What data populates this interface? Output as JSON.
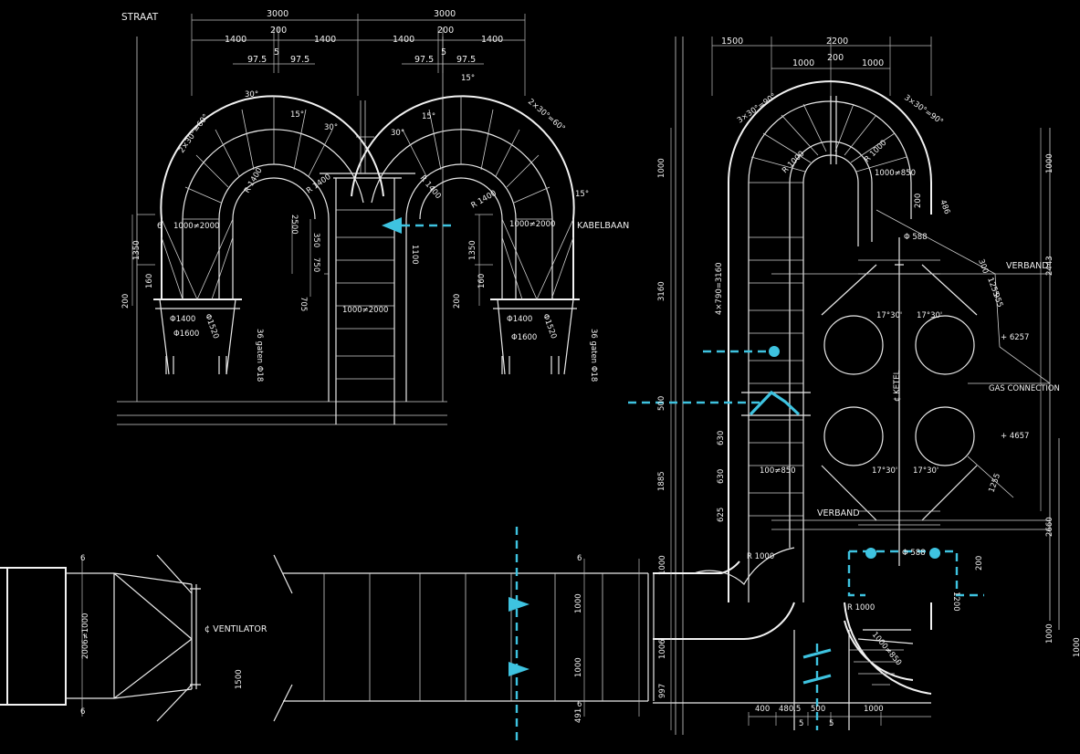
{
  "colors": {
    "background": "#000000",
    "line": "#e9e9e9",
    "accent": "#3ec3e0"
  },
  "labels": {
    "straat": "STRAAT",
    "kabelbaan": "KABELBAAN",
    "verband_top": "VERBAND",
    "verband_bottom": "VERBAND",
    "gas_connection": "GAS CONNECTION",
    "ketel": "¢ KETEL",
    "ventilator": "¢ VENTILATOR",
    "elev_upper": "+ 6257",
    "elev_lower": "+ 4657"
  },
  "dims_top": {
    "d3000_left": "3000",
    "d3000_right": "3000",
    "d200_left": "200",
    "d200_right": "200",
    "d1400_a": "1400",
    "d1400_b": "1400",
    "d1400_c": "1400",
    "d1400_d": "1400",
    "d975_a": "97.5",
    "d975_b": "97.5",
    "d975_c": "97.5",
    "d975_d": "97.5",
    "d5_a": "5",
    "d5_b": "5",
    "ang15_a": "15°",
    "ang15_b": "15°",
    "ang15_c": "15°",
    "ang15_d": "15°",
    "ang30_a": "30°",
    "ang30_b": "30°",
    "ang30_c": "30°",
    "seg_left": "2×30°=60°",
    "seg_right": "2×30°=60°",
    "r1400_a": "R 1400",
    "r1400_b": "R 1400",
    "r1400_c": "R 1400",
    "r1400_d": "R 1400",
    "d2500": "2500",
    "d350": "350",
    "d750": "750",
    "d705": "705",
    "d1100": "1100",
    "d1350_a": "1350",
    "d1350_b": "1350",
    "d200_a": "200",
    "d200_b": "200",
    "d160_a": "160",
    "d160_b": "160",
    "duct_left": "1000≠2000",
    "duct_mid": "1000≠2000",
    "duct_right": "1000≠2000",
    "six": "6",
    "phi1400_a": "Φ1400",
    "phi1400_b": "Φ1400",
    "phi1600_a": "Φ1600",
    "phi1600_b": "Φ1600",
    "phi1520_a": "Φ1520",
    "phi1520_b": "Φ1520",
    "gaten_a": "36 gaten Φ18",
    "gaten_b": "36 gaten Φ18"
  },
  "dims_right": {
    "d1500": "1500",
    "d2200": "2200",
    "d1000_a": "1000",
    "d200": "200",
    "d1000_b": "1000",
    "seg_a": "3×30°=90°",
    "seg_b": "3×30°=90°",
    "r1000_a": "R 1000",
    "r1000_b": "R 1000",
    "r1000_c": "R 1000",
    "r1000_d": "R 1000",
    "duct_a": "1000≠850",
    "duct_b": "100≠850",
    "duct_c": "1000≠850",
    "v1000_a": "1000",
    "v1000_b": "1000",
    "v3160": "3160",
    "v4790": "4×790=3160",
    "v500": "500",
    "v1885": "1885",
    "v630_a": "630",
    "v630_b": "630",
    "v625": "625",
    "v2443": "2443",
    "v2660": "2660",
    "v1000_c": "1000",
    "phi588_a": "Φ 588",
    "phi588_b": "Φ 588",
    "ang1730_a": "17°30'",
    "ang1730_b": "17°30'",
    "ang1730_c": "17°30'",
    "ang1730_d": "17°30'",
    "v486": "486",
    "v300": "300",
    "v1255_a": "1255",
    "v1255_b": "1255",
    "v955": "955",
    "v200_a": "200",
    "v200_b": "200",
    "v1200": "1200",
    "h400": "400",
    "h4805": "480.5",
    "h500": "500",
    "h1000": "1000",
    "h5_a": "5",
    "h5_b": "5"
  },
  "dims_bottom": {
    "d2006": "2006≠1000",
    "d1500": "1500",
    "d1000_a": "1000",
    "d1000_b": "1000",
    "d1000_c": "1000",
    "d1000_d": "1000",
    "d1006": "1006",
    "d997": "997",
    "d491": "491",
    "six_a": "6",
    "six_b": "6",
    "six_c": "6",
    "six_d": "6"
  }
}
